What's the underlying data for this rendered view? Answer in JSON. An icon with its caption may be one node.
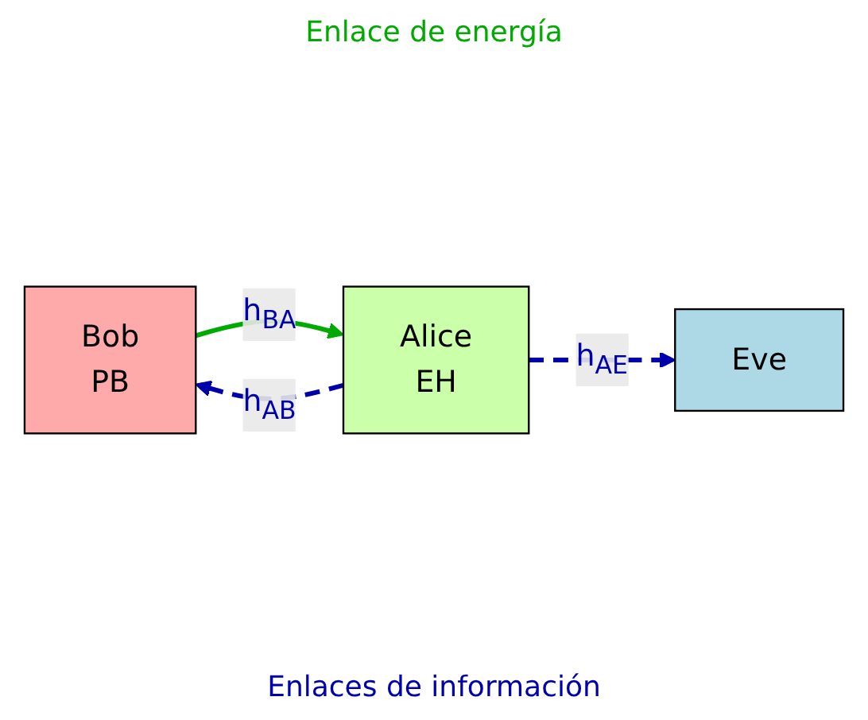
{
  "diagram": {
    "nodes": [
      {
        "text": [
          "Bob",
          "PB"
        ]
      },
      {
        "text": [
          "Alice",
          "EH"
        ]
      },
      {
        "text": [
          "Eve"
        ]
      }
    ],
    "edges": [
      {
        "from": 0,
        "to": 1,
        "arrow": "to",
        "label": "h$_{BA}$",
        "color": "#00aa00"
      },
      {
        "from": 1,
        "to": 0,
        "arrow": "to",
        "label": "h$_{AB}$",
        "style": "dashed",
        "color": "#0000aa"
      },
      {
        "from": 1,
        "to": 2,
        "arrow": "to",
        "label": "h$_{AE}$",
        "style": "dashed",
        "color": "#0000aa"
      }
    ],
    "labels": [
      "Enlace de energía",
      "Enlaces de información"
    ]
  }
}
